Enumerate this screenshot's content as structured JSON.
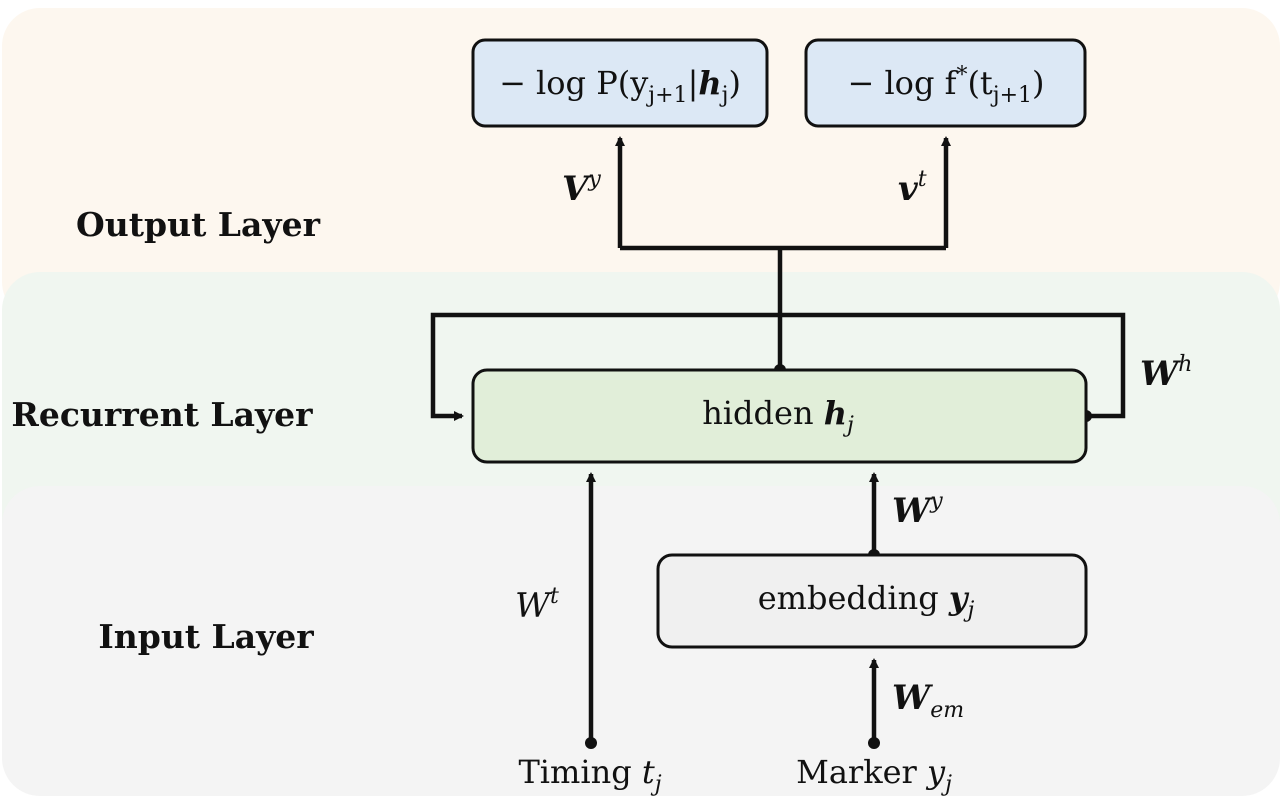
{
  "layers": {
    "output": "Output Layer",
    "recurrent": "Recurrent Layer",
    "input": "Input Layer"
  },
  "boxes": {
    "loss_marker": {
      "prefix": "− log P(y",
      "sub": "j+1",
      "mid": "|",
      "bold": "h",
      "sub2": "j",
      "suffix": ")"
    },
    "loss_timing": {
      "prefix": "− log f",
      "sup": "*",
      "mid": "(t",
      "sub": "j+1",
      "suffix": ")"
    },
    "hidden": {
      "text": "hidden ",
      "bold": "h",
      "sub": "j"
    },
    "embedding": {
      "text": "embedding ",
      "bold": "y",
      "sub": "j"
    }
  },
  "inputs": {
    "timing": {
      "text": "Timing ",
      "var": "t",
      "sub": "j"
    },
    "marker": {
      "text": "Marker ",
      "var": "y",
      "sub": "j"
    }
  },
  "weights": {
    "V_y": {
      "base": "V",
      "sup": "y"
    },
    "v_t": {
      "base": "v",
      "sup": "t"
    },
    "W_h": {
      "base": "W",
      "sup": "h"
    },
    "W_y": {
      "base": "W",
      "sup": "y"
    },
    "W_t": {
      "base": "W",
      "sup": "t"
    },
    "W_em": {
      "base": "W",
      "sub": "em"
    }
  },
  "colors": {
    "output_band": "#fdf7ef",
    "recurrent_band": "#eff6ef",
    "input_band": "#f3f3f3",
    "loss_box_fill": "#dce8f5",
    "hidden_box_fill": "#e1eed9",
    "embedding_box_fill": "#f0f0f0",
    "stroke": "#111111"
  }
}
